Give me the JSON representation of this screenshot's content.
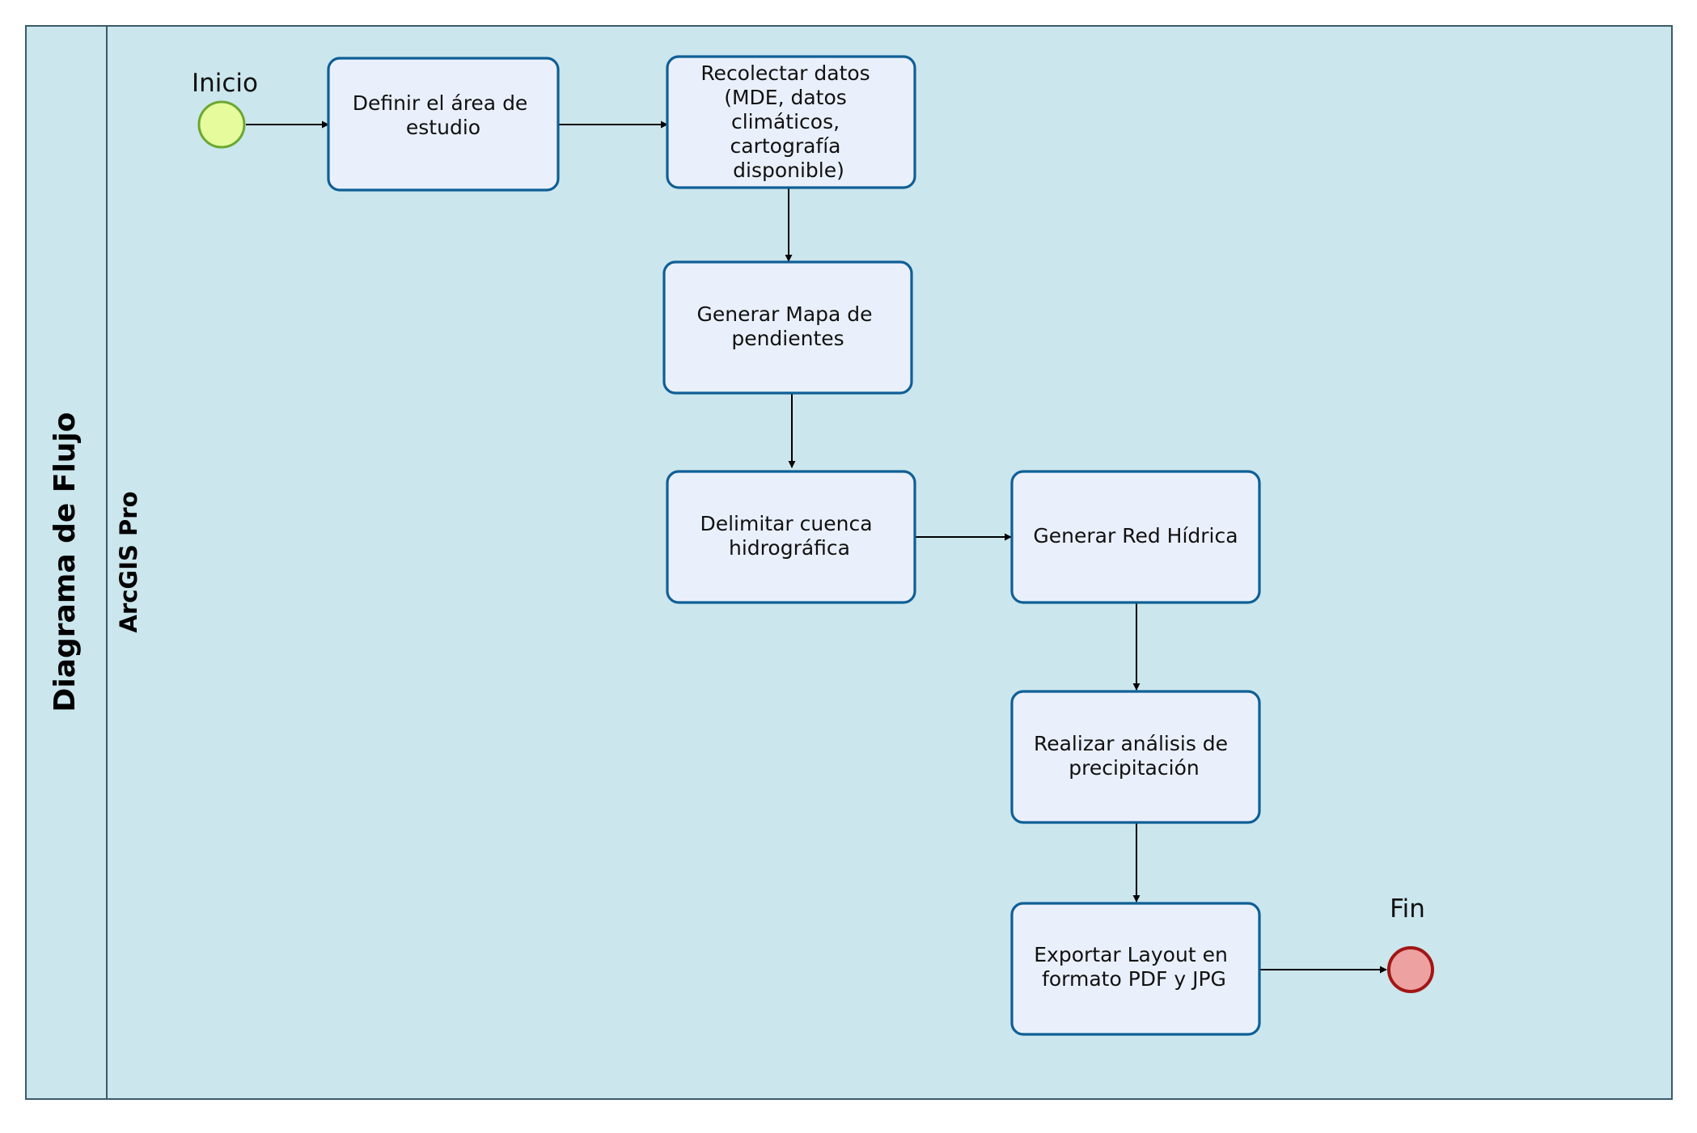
{
  "pool": {
    "title": "Diagrama de Flujo",
    "lane": "ArcGIS Pro"
  },
  "colors": {
    "pool_fill": "#cbe6ed",
    "border": "#3a5a6a",
    "task_fill": "#eaf0fb",
    "task_stroke": "#0f5f96",
    "start_fill": "#e6fb9b",
    "start_stroke": "#6aa832",
    "end_fill": "#eda1a1",
    "end_stroke": "#a31616"
  },
  "events": {
    "start": "Inicio",
    "end": "Fin"
  },
  "tasks": {
    "definir": [
      "Definir el área de",
      "estudio"
    ],
    "recolectar": [
      "Recolectar datos",
      "(MDE, datos",
      "climáticos,",
      "cartografía",
      "disponible)"
    ],
    "pendientes": [
      "Generar Mapa de",
      "pendientes"
    ],
    "delimitar": [
      "Delimitar cuenca",
      "hidrográfica"
    ],
    "red": [
      "Generar Red Hídrica"
    ],
    "precipitacion": [
      "Realizar análisis de",
      "precipitación"
    ],
    "exportar": [
      "Exportar Layout en",
      "formato PDF y JPG"
    ]
  },
  "flows": [
    {
      "from": "start",
      "to": "definir"
    },
    {
      "from": "definir",
      "to": "recolectar"
    },
    {
      "from": "recolectar",
      "to": "pendientes"
    },
    {
      "from": "pendientes",
      "to": "delimitar"
    },
    {
      "from": "delimitar",
      "to": "red"
    },
    {
      "from": "red",
      "to": "precipitacion"
    },
    {
      "from": "precipitacion",
      "to": "exportar"
    },
    {
      "from": "exportar",
      "to": "end"
    }
  ]
}
